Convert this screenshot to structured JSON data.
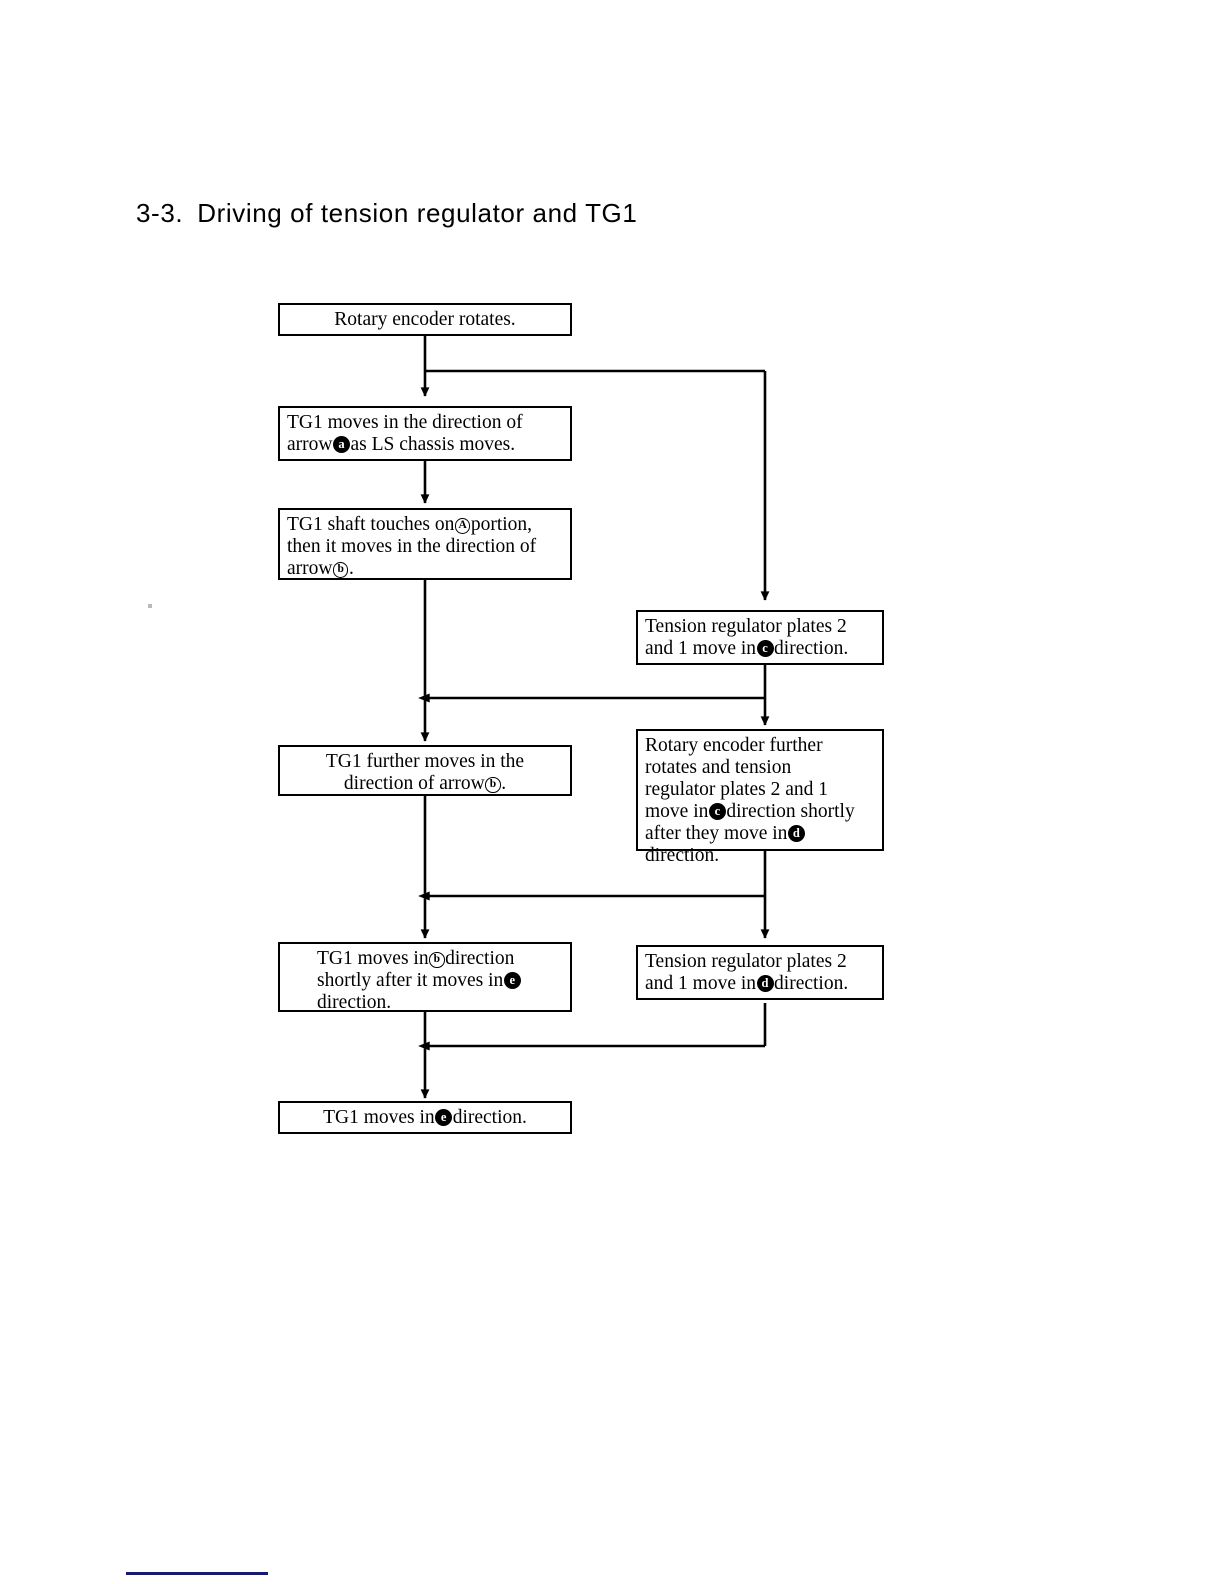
{
  "page": {
    "title_number": "3-3.",
    "title_text": "Driving of tension regulator and TG1"
  },
  "colors": {
    "ink": "#000000",
    "paper": "#ffffff",
    "bottom_rule": "#191970"
  },
  "flowchart": {
    "type": "flowchart",
    "orientation": "top-down, two columns",
    "nodes": [
      {
        "id": "n1",
        "name": "rotary-encoder-rotates",
        "align": "center",
        "lines": [
          [
            {
              "t": "text",
              "v": "Rotary encoder rotates."
            }
          ]
        ]
      },
      {
        "id": "n2",
        "name": "tg1-moves-arrow-a",
        "align": "left",
        "lines": [
          [
            {
              "t": "text",
              "v": "TG1 moves in the direction of"
            }
          ],
          [
            {
              "t": "text",
              "v": "arrow"
            },
            {
              "t": "circle-filled",
              "v": "a"
            },
            {
              "t": "text",
              "v": "as LS chassis moves."
            }
          ]
        ]
      },
      {
        "id": "n3",
        "name": "tg1-shaft-touches-a-portion",
        "align": "left",
        "lines": [
          [
            {
              "t": "text",
              "v": "TG1 shaft touches on"
            },
            {
              "t": "circle-outline",
              "v": "A"
            },
            {
              "t": "text",
              "v": "portion,"
            }
          ],
          [
            {
              "t": "text",
              "v": "then it moves in the direction of"
            }
          ],
          [
            {
              "t": "text",
              "v": "arrow"
            },
            {
              "t": "circle-outline",
              "v": "b"
            },
            {
              "t": "text",
              "v": "."
            }
          ]
        ]
      },
      {
        "id": "n4",
        "name": "tension-regulator-plates-move-c",
        "align": "left",
        "lines": [
          [
            {
              "t": "text",
              "v": "Tension regulator plates 2"
            }
          ],
          [
            {
              "t": "text",
              "v": "and 1 move in"
            },
            {
              "t": "circle-filled",
              "v": "c"
            },
            {
              "t": "text",
              "v": "direction."
            }
          ]
        ]
      },
      {
        "id": "n5",
        "name": "tg1-further-moves-arrow-b",
        "align": "center",
        "lines": [
          [
            {
              "t": "text",
              "v": "TG1 further moves in the"
            }
          ],
          [
            {
              "t": "text",
              "v": "direction of arrow"
            },
            {
              "t": "circle-outline",
              "v": "b"
            },
            {
              "t": "text",
              "v": "."
            }
          ]
        ]
      },
      {
        "id": "n6",
        "name": "rotary-encoder-further-rotates",
        "align": "left",
        "lines": [
          [
            {
              "t": "text",
              "v": "Rotary encoder further"
            }
          ],
          [
            {
              "t": "text",
              "v": "rotates and tension"
            }
          ],
          [
            {
              "t": "text",
              "v": "regulator plates 2 and 1"
            }
          ],
          [
            {
              "t": "text",
              "v": "move in"
            },
            {
              "t": "circle-filled",
              "v": "c"
            },
            {
              "t": "text",
              "v": "direction shortly"
            }
          ],
          [
            {
              "t": "text",
              "v": "after they move in"
            },
            {
              "t": "circle-filled",
              "v": "d"
            }
          ],
          [
            {
              "t": "text",
              "v": "direction."
            }
          ]
        ]
      },
      {
        "id": "n7",
        "name": "tg1-moves-b-after-e",
        "align": "left",
        "lines": [
          [
            {
              "t": "text",
              "v": "TG1 moves in"
            },
            {
              "t": "circle-outline",
              "v": "b"
            },
            {
              "t": "text",
              "v": "direction"
            }
          ],
          [
            {
              "t": "text",
              "v": "shortly after it moves in"
            },
            {
              "t": "circle-filled",
              "v": "e"
            }
          ],
          [
            {
              "t": "text",
              "v": "direction."
            }
          ]
        ]
      },
      {
        "id": "n8",
        "name": "tension-regulator-plates-move-d",
        "align": "left",
        "lines": [
          [
            {
              "t": "text",
              "v": "Tension regulator plates 2"
            }
          ],
          [
            {
              "t": "text",
              "v": "and 1 move in"
            },
            {
              "t": "circle-filled",
              "v": "d"
            },
            {
              "t": "text",
              "v": "direction."
            }
          ]
        ]
      },
      {
        "id": "n9",
        "name": "tg1-moves-e-direction",
        "align": "center",
        "lines": [
          [
            {
              "t": "text",
              "v": "TG1 moves in"
            },
            {
              "t": "circle-filled",
              "v": "e"
            },
            {
              "t": "text",
              "v": "direction."
            }
          ]
        ]
      }
    ],
    "edges": [
      {
        "from": "n1",
        "to": "n2",
        "name": "edge-n1-n2",
        "kind": "down-arrow"
      },
      {
        "from": "n1",
        "to": "n4",
        "name": "edge-n1-n4",
        "kind": "branch-right-then-down"
      },
      {
        "from": "n2",
        "to": "n3",
        "name": "edge-n2-n3",
        "kind": "down-arrow"
      },
      {
        "from": "n3",
        "to": "n5",
        "name": "edge-n3-n5",
        "kind": "down-arrow"
      },
      {
        "from": "n4",
        "to": "n5",
        "name": "edge-n4-merge-left",
        "kind": "down-then-left-arrow"
      },
      {
        "from": "n4",
        "to": "n6",
        "name": "edge-n4-n6",
        "kind": "down-arrow"
      },
      {
        "from": "n5",
        "to": "n7",
        "name": "edge-n5-n7",
        "kind": "down-arrow"
      },
      {
        "from": "n6",
        "to": "n7",
        "name": "edge-n6-merge-left",
        "kind": "down-then-left-arrow"
      },
      {
        "from": "n6",
        "to": "n8",
        "name": "edge-n6-n8",
        "kind": "down-arrow"
      },
      {
        "from": "n7",
        "to": "n9",
        "name": "edge-n7-n9",
        "kind": "down-arrow"
      },
      {
        "from": "n8",
        "to": "n9",
        "name": "edge-n8-merge-left",
        "kind": "down-then-left-arrow"
      }
    ]
  }
}
